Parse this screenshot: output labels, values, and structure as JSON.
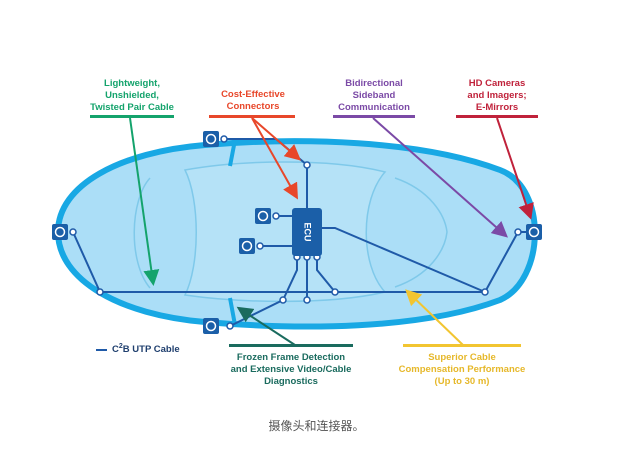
{
  "labels": {
    "utp": [
      "Lightweight,",
      "Unshielded,",
      "Twisted Pair Cable"
    ],
    "connectors": [
      "Cost-Effective",
      "Connectors"
    ],
    "sideband": [
      "Bidirectional",
      "Sideband",
      "Communication"
    ],
    "cameras": [
      "HD Cameras",
      "and Imagers;",
      "E-Mirrors"
    ],
    "frozen": [
      "Frozen Frame Detection",
      "and Extensive Video/Cable",
      "Diagnostics"
    ],
    "superior": [
      "Superior Cable",
      "Compensation Performance",
      "(Up to 30 m)"
    ]
  },
  "ecu_label": "ECU",
  "legend": {
    "prefix": "C",
    "sup": "2",
    "suffix": "B UTP Cable"
  },
  "caption": "摄像头和连接器。",
  "colors": {
    "utp": "#14a36c",
    "connectors": "#e8472a",
    "sideband": "#7b4aa6",
    "cameras": "#c0223b",
    "frozen": "#1a6b5e",
    "superior": "#f2c531",
    "car_fill": "#8fd3f4",
    "car_stroke": "#18a8e4",
    "wire": "#1f5aa8",
    "camera": "#1b5fa8"
  }
}
